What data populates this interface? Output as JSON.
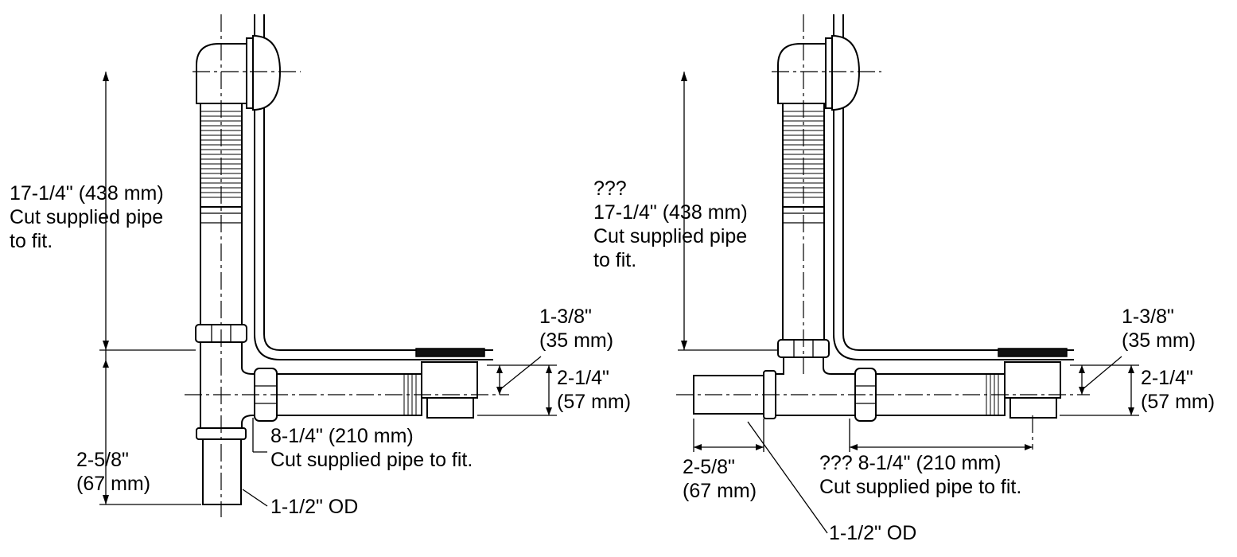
{
  "left": {
    "dim_height": [
      "17-1/4\" (438 mm)",
      "Cut supplied pipe",
      "to fit."
    ],
    "dim_drop": [
      "2-5/8\"",
      "(67 mm)"
    ],
    "dim_run": [
      "8-1/4\" (210 mm)",
      "Cut supplied pipe to fit."
    ],
    "dim_drain": [
      "1-3/8\"",
      "(35 mm)"
    ],
    "dim_offset": [
      "2-1/4\"",
      "(57 mm)"
    ],
    "od_label": "1-1/2\" OD"
  },
  "right": {
    "dim_height": [
      "???",
      "17-1/4\" (438 mm)",
      "Cut supplied pipe",
      "to fit."
    ],
    "dim_drop": [
      "2-5/8\"",
      "(67 mm)"
    ],
    "dim_run": [
      "??? 8-1/4\" (210 mm)",
      "Cut supplied pipe to fit."
    ],
    "dim_drain": [
      "1-3/8\"",
      "(35 mm)"
    ],
    "dim_offset": [
      "2-1/4\"",
      "(57 mm)"
    ],
    "od_label": "1-1/2\" OD"
  }
}
